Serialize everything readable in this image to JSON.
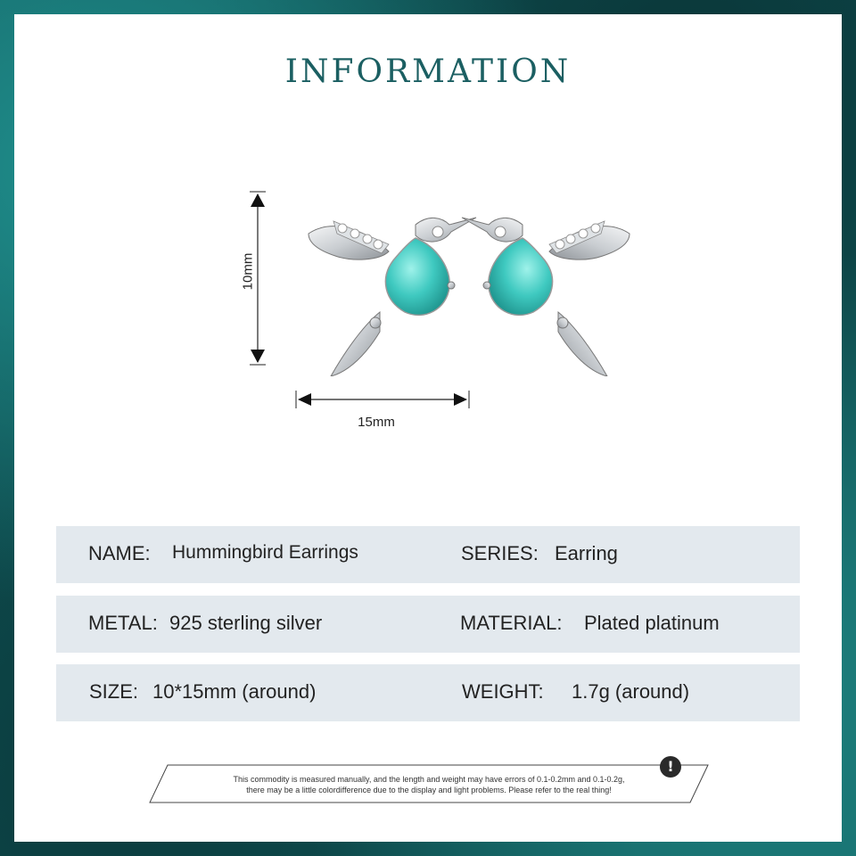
{
  "title": "INFORMATION",
  "dimensions": {
    "height_label": "10mm",
    "width_label": "15mm"
  },
  "product_image": {
    "icon": "hummingbird-earrings-image"
  },
  "specs": {
    "name_label": "NAME:",
    "name_value": "Hummingbird Earrings",
    "series_label": "SERIES:",
    "series_value": "Earring",
    "metal_label": "METAL:",
    "metal_value": "925 sterling silver",
    "material_label": "MATERIAL:",
    "material_value": "Plated platinum",
    "size_label": "SIZE:",
    "size_value": "10*15mm (around)",
    "weight_label": "WEIGHT:",
    "weight_value": "1.7g (around)"
  },
  "disclaimer": {
    "line1": "This commodity is measured manually, and the length and weight may have errors of 0.1-0.2mm and 0.1-0.2g,",
    "line2": "there may be a little colordifference due to the display and light problems. Please refer to the real thing!",
    "icon_text": "!"
  },
  "colors": {
    "title": "#1b5f62",
    "row_bg": "#e3e9ee",
    "border_teal": "#145e60",
    "gem": "#3fc9c0"
  }
}
